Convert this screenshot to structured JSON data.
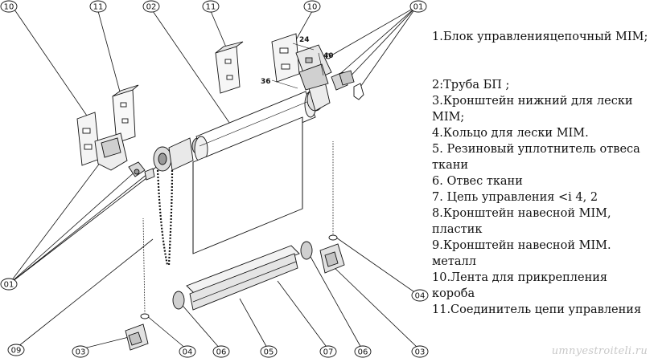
{
  "legend": {
    "items": [
      "1.Блок управленияцепочный MIM;",
      "2:Труба БП ;",
      "3.Кронштейн нижний для лески MIM;",
      "4.Кольцо для лески MIM.",
      "5. Резиновый уплотнитель отвеса ткани",
      "6. Отвес ткани",
      "7. Цепь управления <i 4, 2",
      "8.Кронштейн навесной MIM, пластик",
      "9.Кронштейн навесной MIM. металл",
      "10.Лента для прикрепления короба",
      "11.Соединитель цепи управления"
    ]
  },
  "callouts": {
    "c01_top": "01",
    "c02_top": "02",
    "c11_top_left": "11",
    "c11_top_mid": "11",
    "c10_top_left": "10",
    "c10_top_mid": "10",
    "c01_left": "01",
    "c09_left": "09",
    "c03_bottom_left": "03",
    "c04_bottom_left": "04",
    "c06_bottom_left": "06",
    "c05_bottom": "05",
    "c07_bottom": "07",
    "c06_bottom_right": "06",
    "c03_bottom_right": "03",
    "c04_right": "04"
  },
  "dimensions": {
    "d24": "24",
    "d40": "40",
    "d36": "36"
  },
  "watermark": "umnyestroiteli.ru"
}
